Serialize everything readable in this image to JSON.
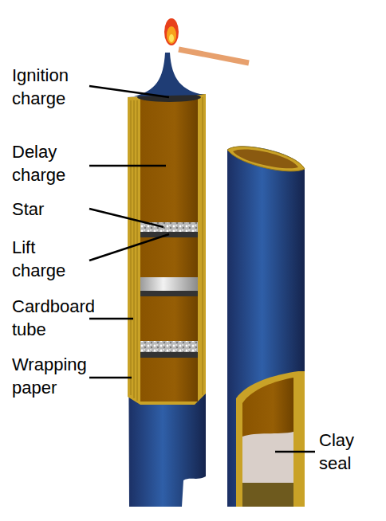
{
  "diagram": {
    "labels": [
      "Ignition charge",
      "Delay charge",
      "Star",
      "Lift charge",
      "Cardboard tube",
      "Wrapping paper",
      "Clay seal"
    ]
  }
}
